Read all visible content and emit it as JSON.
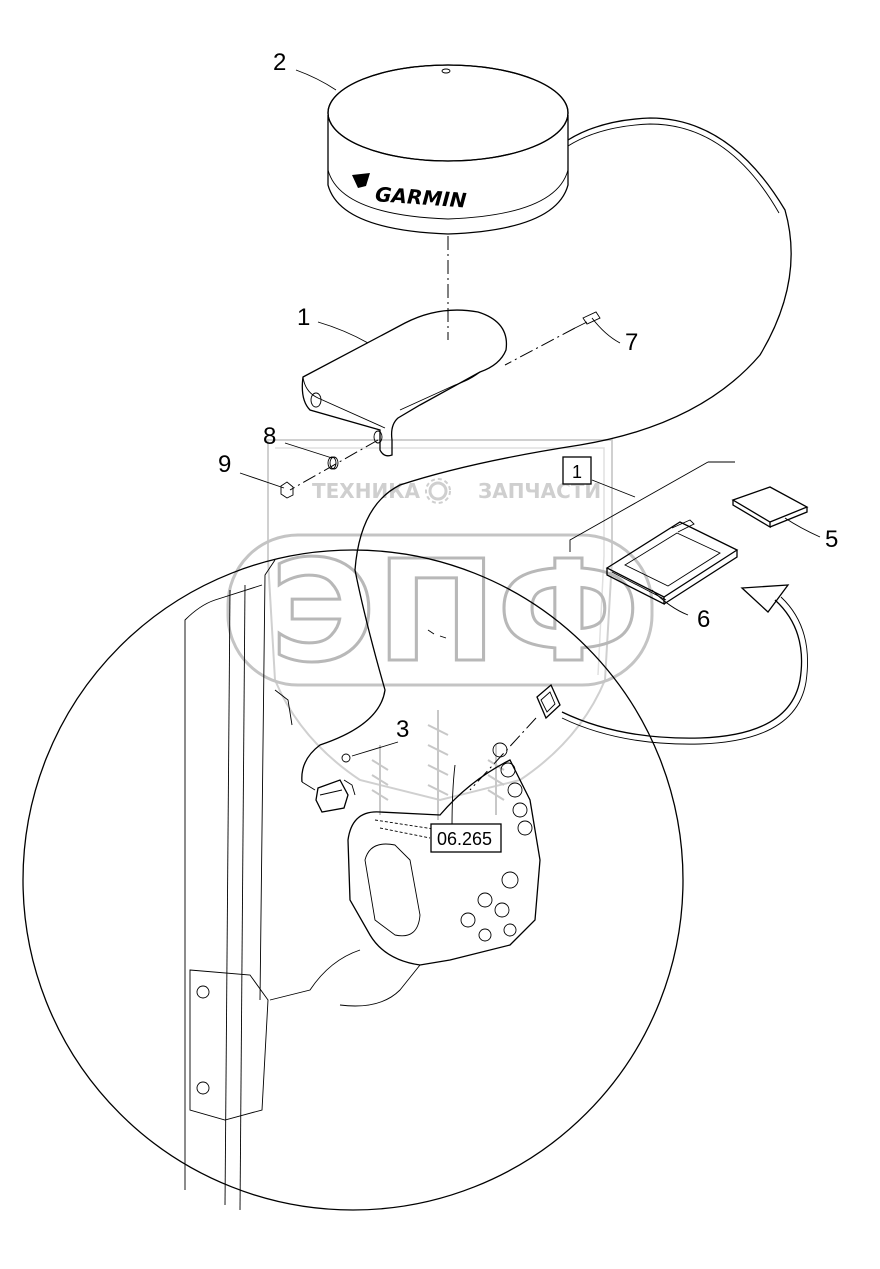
{
  "diagram": {
    "brand_label": "GARMIN",
    "callouts": [
      {
        "id": "1",
        "label": "1"
      },
      {
        "id": "2",
        "label": "2"
      },
      {
        "id": "3",
        "label": "3"
      },
      {
        "id": "5",
        "label": "5"
      },
      {
        "id": "6",
        "label": "6"
      },
      {
        "id": "7",
        "label": "7"
      },
      {
        "id": "8",
        "label": "8"
      },
      {
        "id": "9",
        "label": "9"
      }
    ],
    "boxed_callout": "1",
    "reference_box": "06.265",
    "watermark": {
      "left": "ТЕХНИКА",
      "right": "ЗАПЧАСТИ",
      "big": "ЭПФ"
    }
  }
}
